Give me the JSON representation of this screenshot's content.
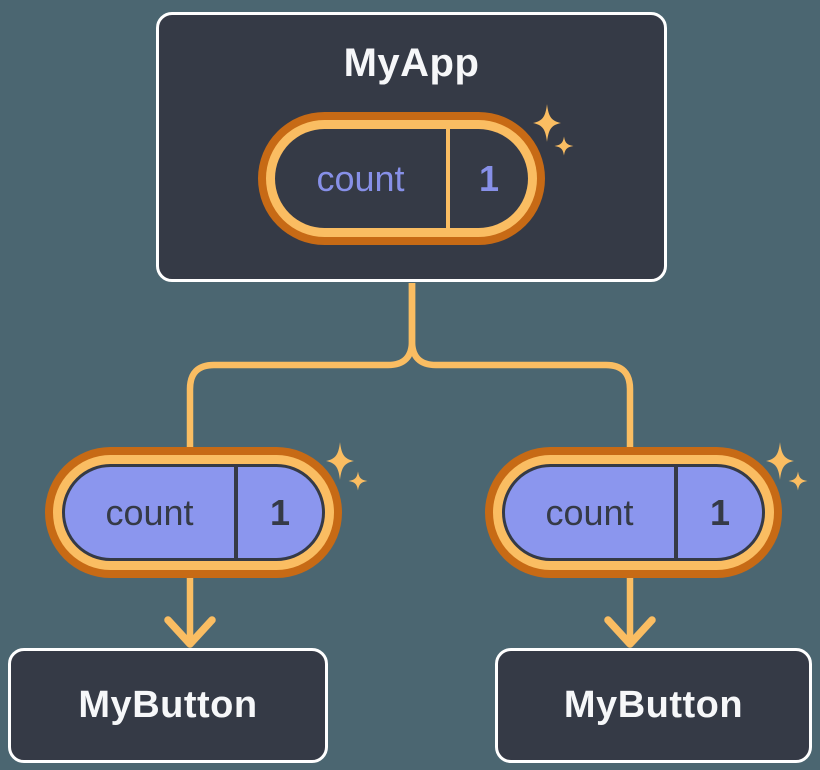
{
  "diagram": {
    "description": "Component tree diagram: parent component holding state passed down to two child components",
    "root": {
      "title": "MyApp",
      "state": {
        "label": "count",
        "value": "1"
      }
    },
    "children": [
      {
        "title": "MyButton",
        "state": {
          "label": "count",
          "value": "1"
        }
      },
      {
        "title": "MyButton",
        "state": {
          "label": "count",
          "value": "1"
        }
      }
    ],
    "icons": {
      "sparkle": "sparkle-icon"
    },
    "colors": {
      "background": "#4B6671",
      "node_fill": "#353A46",
      "node_border": "#FFFFFF",
      "node_text": "#F6F7F9",
      "pill_ring_outer": "#C76A15",
      "pill_ring_inner": "#FABD62",
      "root_pill_fill": "#353A46",
      "root_pill_text": "#8790E8",
      "child_pill_fill": "#8B96EE",
      "child_pill_text": "#353A46",
      "connector": "#FABD62",
      "sparkle": "#FABD62"
    }
  }
}
